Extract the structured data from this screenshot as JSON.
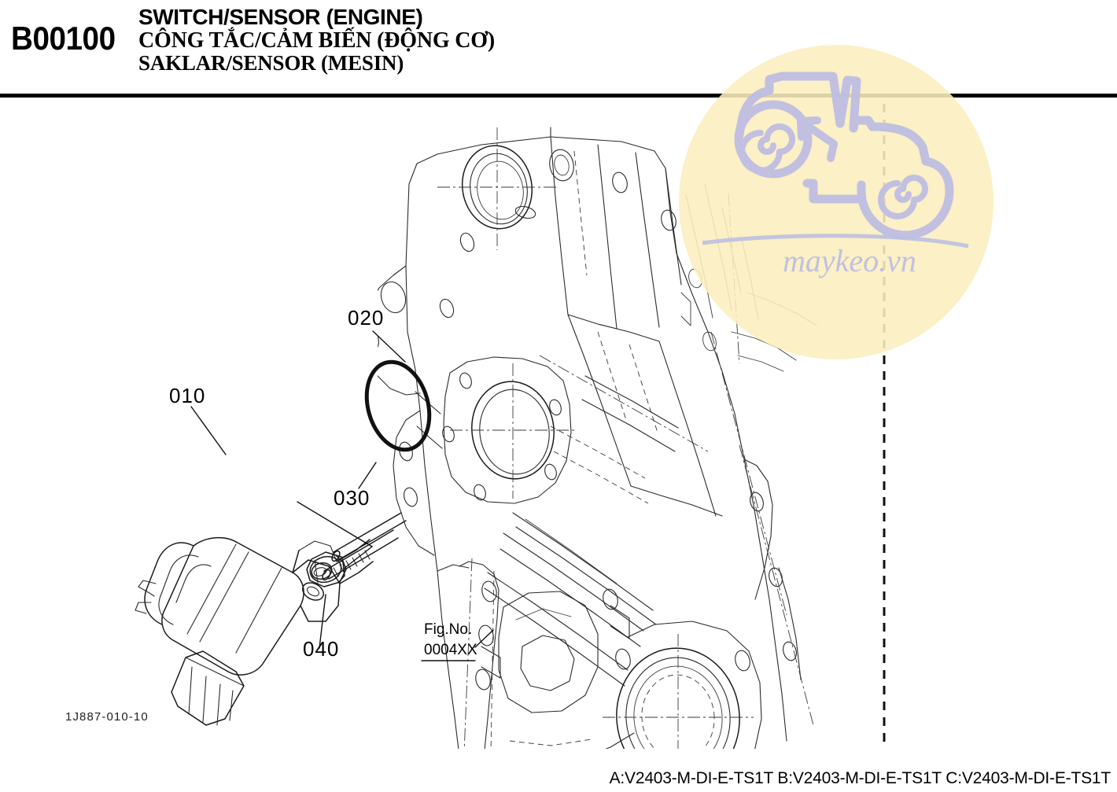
{
  "header": {
    "fig_code": "B00100",
    "title_en": "SWITCH/SENSOR (ENGINE)",
    "title_vi": "CÔNG TẮC/CẢM BIẾN (ĐỘNG CƠ)",
    "title_id": "SAKLAR/SENSOR (MESIN)"
  },
  "diagram": {
    "callouts": [
      {
        "id": "010",
        "label": "010",
        "part": "solenoid-switch"
      },
      {
        "id": "020",
        "label": "020",
        "part": "o-ring"
      },
      {
        "id": "030",
        "label": "030",
        "part": "stud-bolt"
      },
      {
        "id": "040",
        "label": "040",
        "part": "flange-nut"
      }
    ],
    "fig_ref": {
      "line1": "Fig.No.",
      "line2": "0004XX"
    }
  },
  "watermark": {
    "site_text": "maykeo.vn",
    "disc_color": "#FBEEBE",
    "logo_color": "#BEBEE2",
    "logo_name": "tractor-logo"
  },
  "footer": {
    "drawing_no": "1J887-010-10",
    "model_line": "A:V2403-M-DI-E-TS1T B:V2403-M-DI-E-TS1T C:V2403-M-DI-E-TS1T"
  },
  "colors": {
    "line": "#1a1a1a",
    "thin_line": "#333333",
    "background": "#ffffff"
  }
}
